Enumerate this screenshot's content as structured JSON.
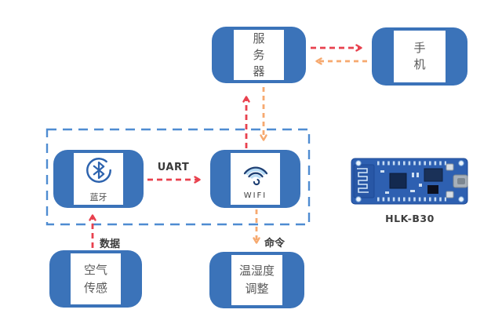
{
  "nodes": {
    "server": {
      "label": "服务器"
    },
    "phone": {
      "label": "手机"
    },
    "bluetooth": {
      "label": "蓝牙",
      "icon": "bluetooth-icon"
    },
    "wifi": {
      "label": "WIFI",
      "icon": "wifi-icon"
    },
    "air_sensor": {
      "label": "空气传感"
    },
    "temp_adjust": {
      "label": "温湿度调整"
    }
  },
  "edges": [
    {
      "from": "server",
      "to": "phone",
      "style": "red-dashed"
    },
    {
      "from": "phone",
      "to": "server",
      "style": "orange-dashed"
    },
    {
      "from": "wifi",
      "to": "server",
      "style": "red-dashed"
    },
    {
      "from": "server",
      "to": "wifi",
      "style": "orange-dashed"
    },
    {
      "from": "bluetooth",
      "to": "wifi",
      "style": "red-dashed",
      "label": "UART"
    },
    {
      "from": "air_sensor",
      "to": "bluetooth",
      "style": "red-dashed",
      "label": "数据"
    },
    {
      "from": "wifi",
      "to": "temp_adjust",
      "style": "orange-dashed",
      "label": "命令"
    }
  ],
  "boundary": {
    "contains": [
      "bluetooth",
      "wifi"
    ],
    "style": "blue-dashed"
  },
  "board": {
    "caption": "HLK-B30"
  },
  "colors": {
    "node_blue": "#3b73b9",
    "fence_blue": "#4f8cd1",
    "arrow_red": "#e8414e",
    "arrow_orange": "#f6a96f",
    "node_text": "#595959",
    "icon_blue": "#2d63ae",
    "icon_light": "#b8dcf6",
    "pcb_blue": "#2e60b1",
    "background": "#ffffff"
  }
}
